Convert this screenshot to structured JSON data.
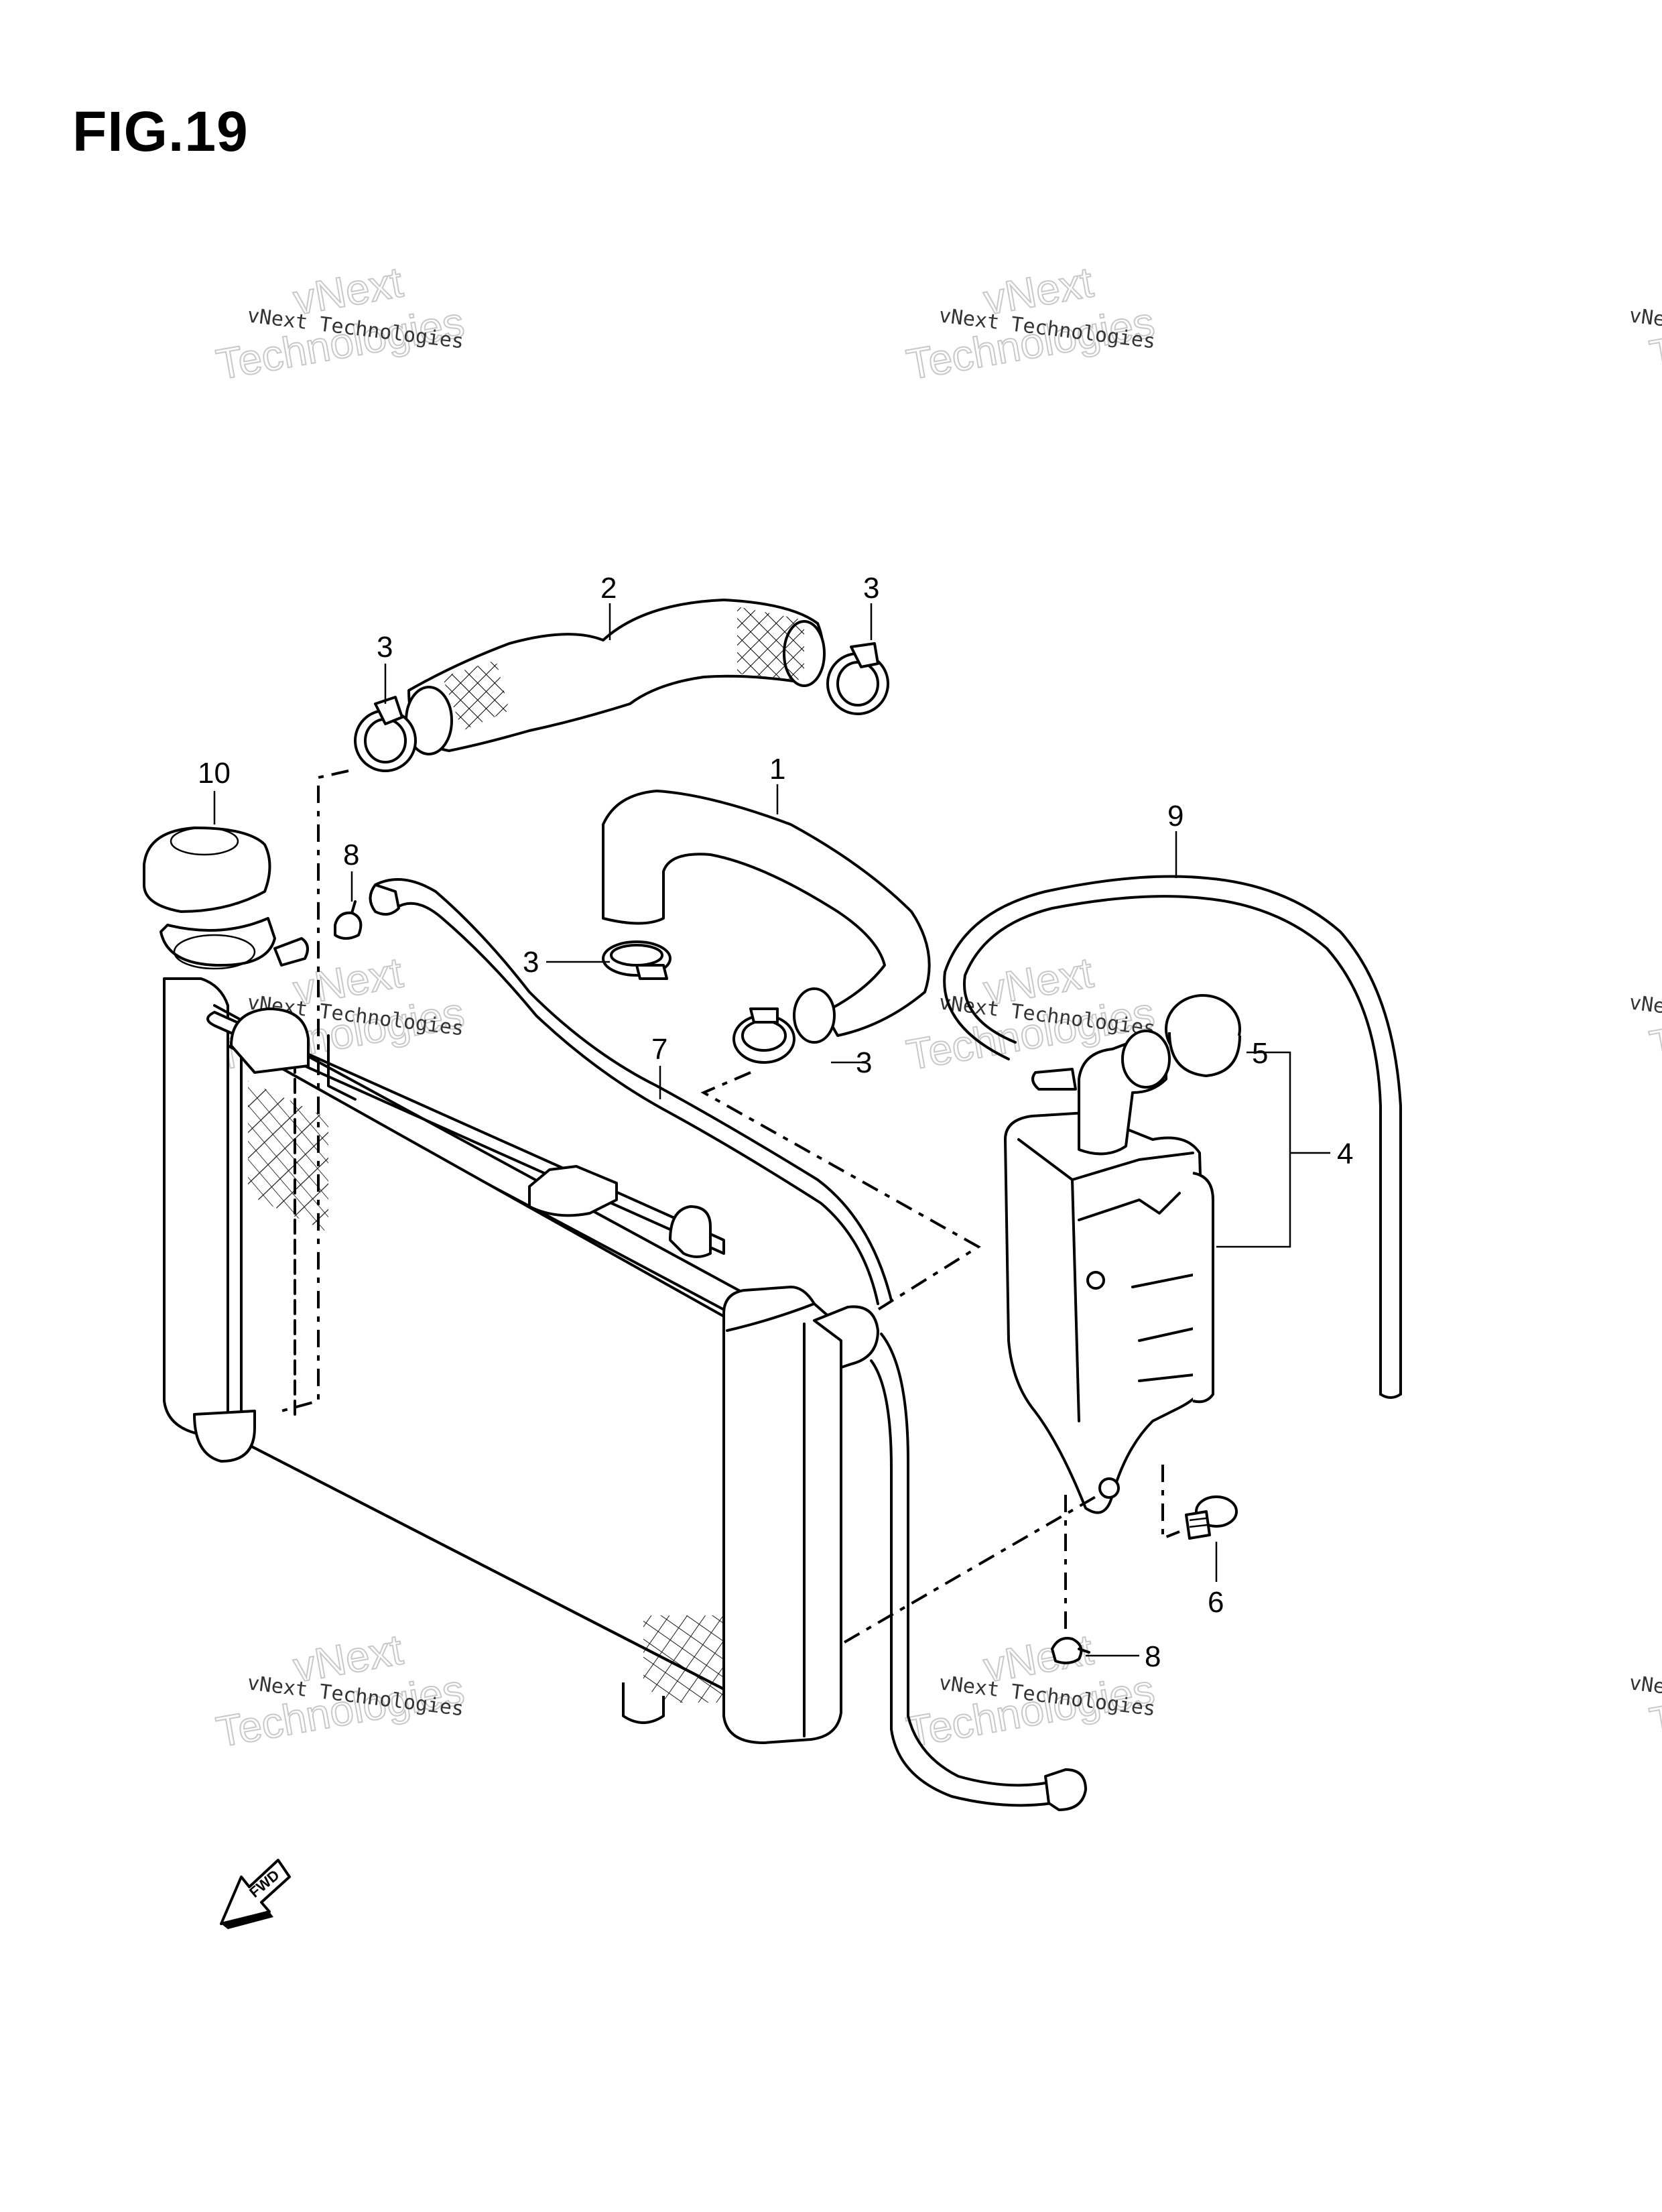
{
  "figure": {
    "title": "FIG.19"
  },
  "callouts": [
    {
      "id": "c-1",
      "label": "1"
    },
    {
      "id": "c-2",
      "label": "2"
    },
    {
      "id": "c-3a",
      "label": "3"
    },
    {
      "id": "c-3b",
      "label": "3"
    },
    {
      "id": "c-3c",
      "label": "3"
    },
    {
      "id": "c-3d",
      "label": "3"
    },
    {
      "id": "c-4",
      "label": "4"
    },
    {
      "id": "c-5",
      "label": "5"
    },
    {
      "id": "c-6",
      "label": "6"
    },
    {
      "id": "c-7",
      "label": "7"
    },
    {
      "id": "c-8a",
      "label": "8"
    },
    {
      "id": "c-8b",
      "label": "8"
    },
    {
      "id": "c-9",
      "label": "9"
    },
    {
      "id": "c-10",
      "label": "10"
    }
  ],
  "watermark": {
    "line_small": "vNext Technologies",
    "line_big_1": "vNext",
    "line_big_2": "Technologies"
  },
  "fwd_label": "FWD"
}
